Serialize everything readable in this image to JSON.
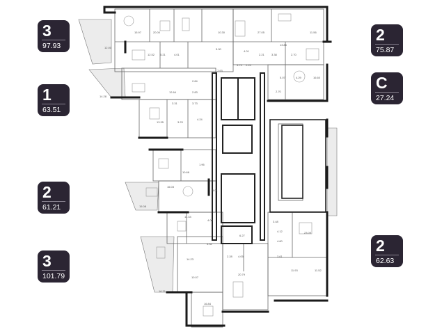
{
  "units": [
    {
      "id": "u1",
      "rooms": "3",
      "area": "97.93"
    },
    {
      "id": "u2",
      "rooms": "1",
      "area": "63.51"
    },
    {
      "id": "u3",
      "rooms": "2",
      "area": "61.21"
    },
    {
      "id": "u4",
      "rooms": "3",
      "area": "101.79"
    },
    {
      "id": "u5",
      "rooms": "2",
      "area": "75.87"
    },
    {
      "id": "u6",
      "rooms": "C",
      "area": "27.24"
    },
    {
      "id": "u7",
      "rooms": "2",
      "area": "62.63"
    }
  ],
  "plan_labels": {
    "a01": "15.97",
    "a02": "20.00",
    "a03": "10.30",
    "a04": "27.05",
    "a05": "11.56",
    "a06": "12.00",
    "a07": "12.52",
    "a08": "5.21",
    "a09": "4.01",
    "a10": "5.00",
    "a11": "4.01",
    "a12": "13.86",
    "a13": "3.38",
    "a14": "2.70",
    "a15": "7.93",
    "a16": "3.79",
    "a17": "2.25",
    "a18": "2.21",
    "a19": "5.07",
    "a20": "4.29",
    "a21": "16.60",
    "a22": "2.70",
    "a23": "14.28",
    "a24": "12.64",
    "a25": "2.84",
    "a26": "2.83",
    "a27": "3.31",
    "a28": "3.73",
    "a29": "13.35",
    "a30": "3.23",
    "a31": "4.24",
    "a32": "10.66",
    "a33": "1.96",
    "a34": "16.03",
    "a35": "5.01",
    "a36": "15.08",
    "a37": "11.34",
    "a38": "4.00",
    "a39": "6.27",
    "a40": "5.32",
    "a41": "3.48",
    "a42": "4.12",
    "a43": "2.28",
    "a44": "4.05",
    "a45": "14.23",
    "a46": "20.79",
    "a47": "23.09",
    "a48": "4.60",
    "a49": "3.61",
    "a50": "11.93",
    "a51": "11.52",
    "a52": "10.07",
    "a53": "16.31",
    "a54": "16.84"
  }
}
